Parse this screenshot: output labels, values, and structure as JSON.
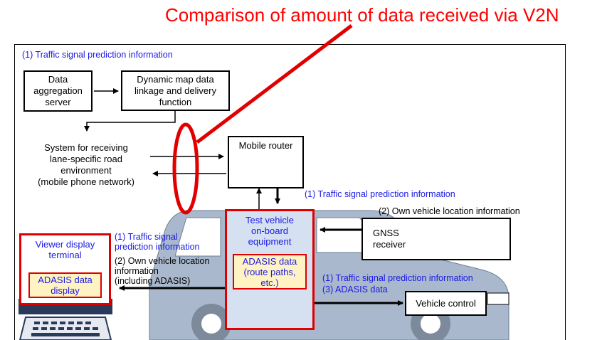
{
  "title": "Comparison of amount of data received via V2N",
  "frame_heading": "(1) Traffic signal prediction information",
  "boxes": {
    "data_aggregation_server": "Data\naggregation\nserver",
    "dynamic_map": "Dynamic map data\nlinkage and delivery\nfunction",
    "lane_system": "System for receiving\nlane-specific road\nenvironment\n(mobile phone network)",
    "mobile_router": "Mobile router",
    "gnss_receiver": "GNSS\nreceiver",
    "vehicle_control": "Vehicle control"
  },
  "test_vehicle": {
    "label": "Test vehicle\non-board\nequipment",
    "adasis": "ADASIS data\n(route paths,\netc.)"
  },
  "viewer": {
    "label": "Viewer display\nterminal",
    "adasis": "ADASIS data\ndisplay"
  },
  "labels": {
    "router_to_vehicle": "(1) Traffic signal prediction information",
    "gnss_to_vehicle": "(2) Own vehicle location information",
    "to_viewer_1": "(1) Traffic signal\n      prediction information",
    "to_viewer_2": "(2) Own vehicle location\n      information\n      (including ADASIS)",
    "to_control_1": "(1) Traffic signal prediction information",
    "to_control_3": "(3) ADASIS data"
  },
  "colors": {
    "title": "#ff0000",
    "highlight": "#e00000",
    "label_blue": "#1a1ae6",
    "vehicle_fill": "#a9b8cc",
    "equipment_fill": "#d5e0f0"
  }
}
